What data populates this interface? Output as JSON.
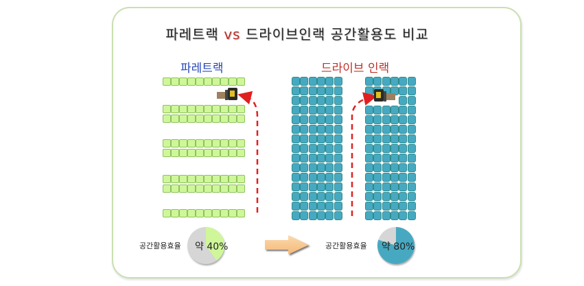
{
  "title": {
    "left": "파레트랙 ",
    "vs": "vs",
    "right": " 드라이브인랙 공간활용도 비교"
  },
  "pallet": {
    "label": "파레트랙",
    "efficiency_label": "공간활용효율",
    "efficiency_text": "약 40%",
    "efficiency": 40
  },
  "drivein": {
    "label": "드라이브 인랙",
    "efficiency_label": "공간활용효율",
    "efficiency_text": "약 80%",
    "efficiency": 80
  },
  "colors": {
    "pallet": "#cff79a",
    "drivein": "#47a9c1",
    "pie_rest": "#d6d6d6",
    "arrow": "#f9c78f",
    "path": "#e02020"
  }
}
